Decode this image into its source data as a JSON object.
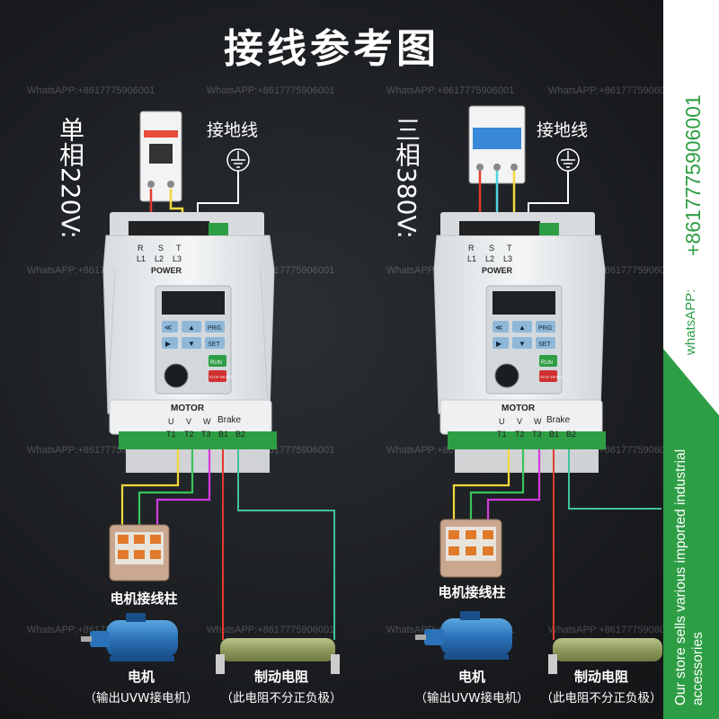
{
  "title": "接线参考图",
  "watermark": "WhatsAPP:+8617775906001",
  "left_panel": {
    "phase_label": "单相220V:",
    "ground_label": "接地线",
    "input_terminals": [
      [
        "R",
        "L1"
      ],
      [
        "S",
        "L2"
      ],
      [
        "T",
        "L3"
      ]
    ],
    "power_label": "POWER",
    "motor_label": "MOTOR",
    "output_terminals": [
      [
        "U",
        "T1"
      ],
      [
        "V",
        "T2"
      ],
      [
        "W",
        "T3"
      ]
    ],
    "brake_label": "Brake",
    "brake_terminals": [
      "B1",
      "B2"
    ],
    "keys": [
      "≪",
      "▲",
      "PRG",
      "▶",
      "▼",
      "SET",
      "RUN",
      "STOP RESET"
    ],
    "motor_terminal_caption": "电机接线柱",
    "motor_caption": "电机",
    "motor_sub": "（输出UVW接电机）",
    "resistor_caption": "制动电阻",
    "resistor_sub": "（此电阻不分正负极）"
  },
  "right_panel": {
    "phase_label": "三相380V:",
    "ground_label": "接地线",
    "input_terminals": [
      [
        "R",
        "L1"
      ],
      [
        "S",
        "L2"
      ],
      [
        "T",
        "L3"
      ]
    ],
    "power_label": "POWER",
    "motor_label": "MOTOR",
    "output_terminals": [
      [
        "U",
        "T1"
      ],
      [
        "V",
        "T2"
      ],
      [
        "W",
        "T3"
      ]
    ],
    "brake_label": "Brake",
    "brake_terminals": [
      "B1",
      "B2"
    ],
    "keys": [
      "≪",
      "▲",
      "PRG",
      "▶",
      "▼",
      "SET",
      "RUN",
      "STOP RESET"
    ],
    "motor_terminal_caption": "电机接线柱",
    "motor_caption": "电机",
    "motor_sub": "（输出UVW接电机）",
    "resistor_caption": "制动电阻",
    "resistor_sub": "（此电阻不分正负极）"
  },
  "sidebar": {
    "phone": "+8617775906001",
    "whatsapp_label": "whatsAPP:",
    "store_text": "Our store sells various imported industrial accessories"
  },
  "colors": {
    "wire_red": "#e23a2e",
    "wire_yellow": "#f2d83b",
    "wire_green": "#39c45a",
    "wire_cyan": "#4fd2e0",
    "wire_magenta": "#d23be0",
    "wire_teal": "#3fc3a0",
    "accent_green": "#2e9e45",
    "drive_body": "#e9ecee"
  }
}
